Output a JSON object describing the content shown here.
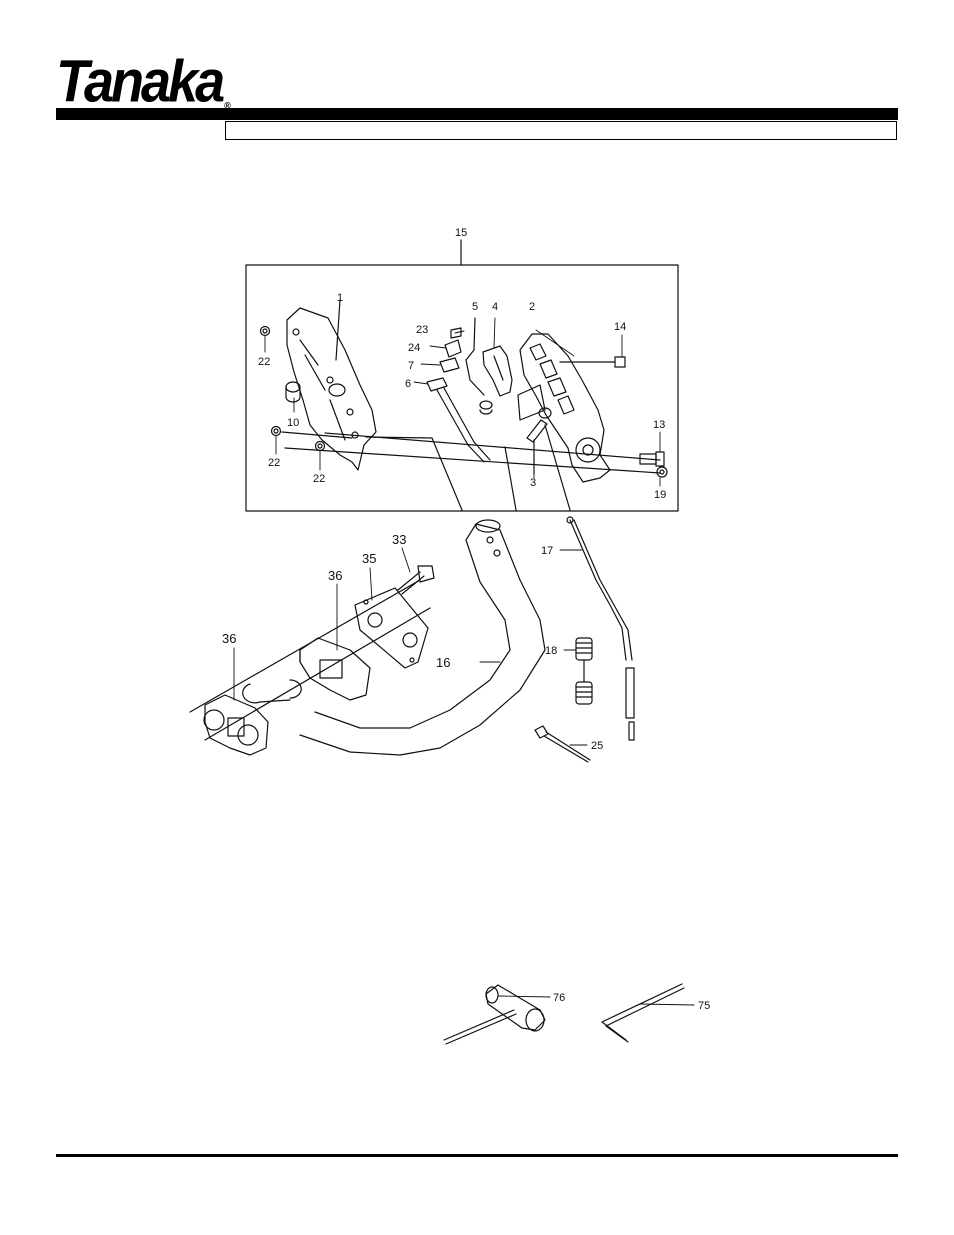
{
  "brand": {
    "logo_text": "Tanaka",
    "registered_mark": "®"
  },
  "colors": {
    "ink": "#111111",
    "paper": "#ffffff"
  },
  "callouts": {
    "c15": "15",
    "c1": "1",
    "c5": "5",
    "c4": "4",
    "c2": "2",
    "c23": "23",
    "c24": "24",
    "c7": "7",
    "c6": "6",
    "c14": "14",
    "c22a": "22",
    "c10": "10",
    "c22b": "22",
    "c22c": "22",
    "c13": "13",
    "c3": "3",
    "c19": "19",
    "c33": "33",
    "c35": "35",
    "c36a": "36",
    "c36b": "36",
    "c17": "17",
    "c16": "16",
    "c18": "18",
    "c25": "25",
    "c76": "76",
    "c75": "75"
  }
}
